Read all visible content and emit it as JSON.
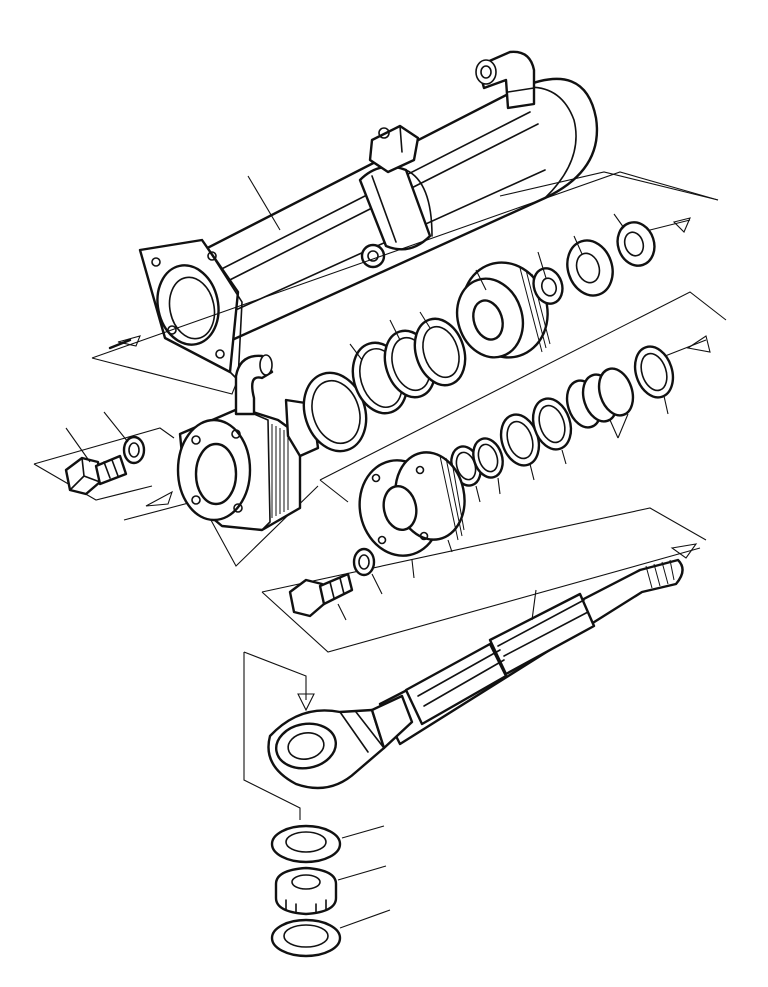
{
  "diagram": {
    "kind": "exploded-view parts illustration",
    "text_labels": [],
    "colors": {
      "ink": "#111111",
      "paper": "#ffffff"
    },
    "parts": [
      "cylinder-barrel",
      "elbow-fitting",
      "mounting-clamp",
      "gland-head",
      "hex-bolt",
      "lock-washer",
      "piston",
      "piston-nut",
      "spacer-ring",
      "piston-seal-rings",
      "rod-seal-rings",
      "flange-cap",
      "piston-rod",
      "rod-eye",
      "thrust-washer",
      "bearing-nut",
      "flat-washer"
    ]
  }
}
